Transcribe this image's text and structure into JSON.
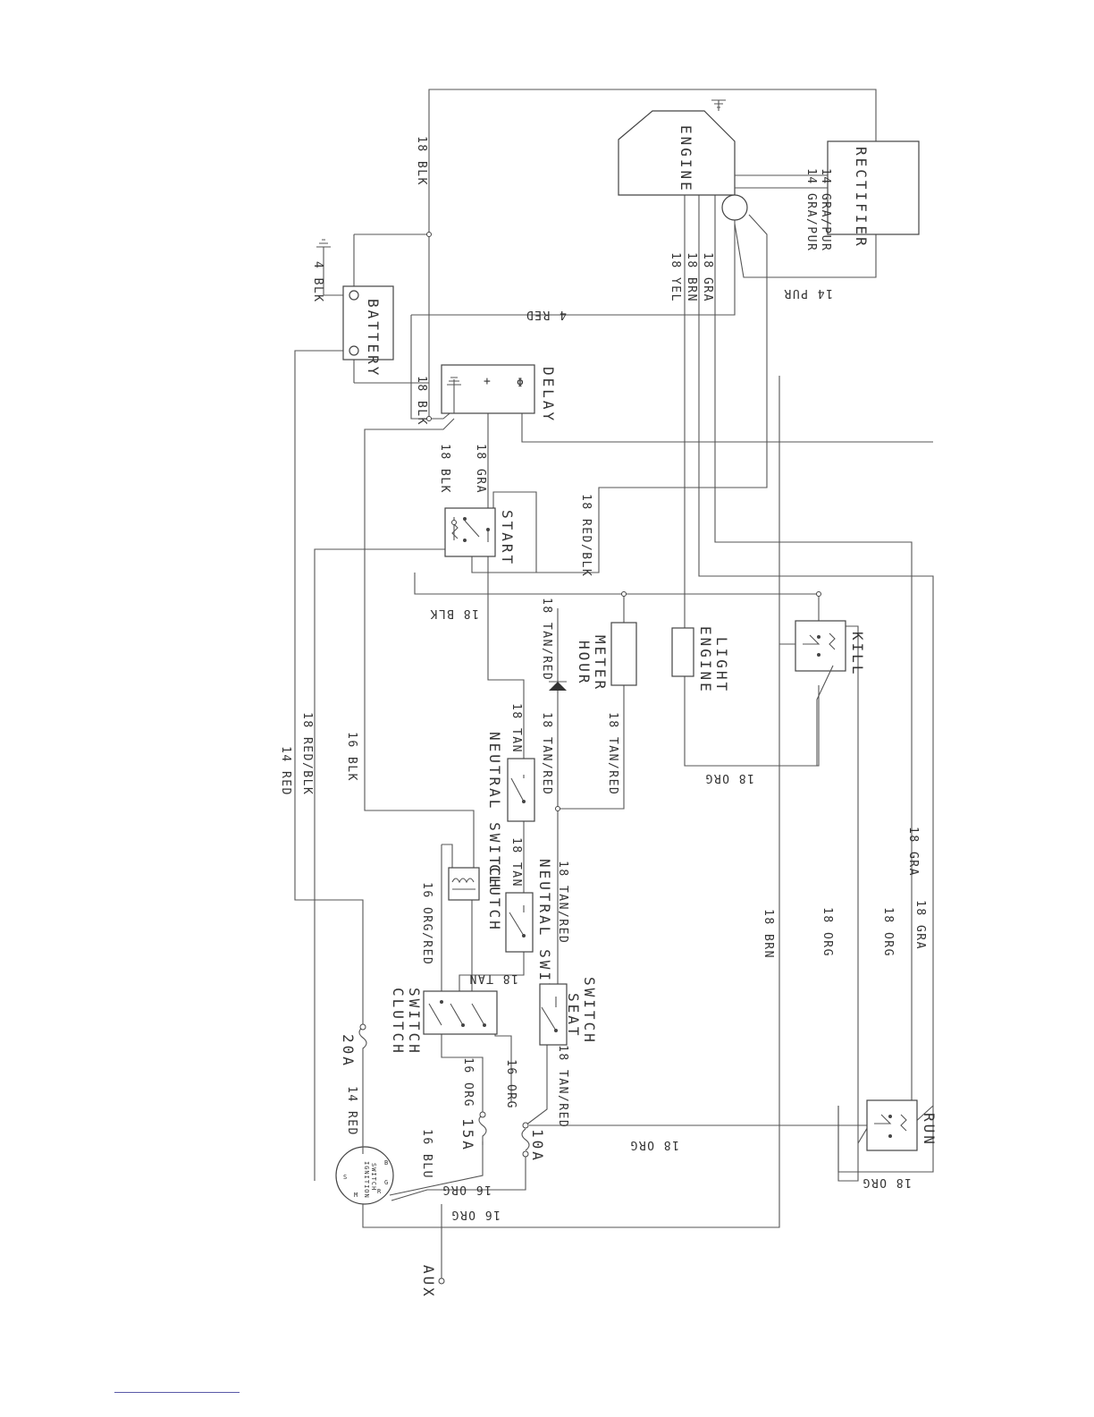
{
  "components": {
    "engine": "ENGINE",
    "rectifier": "RECTIFIER",
    "battery": "BATTERY",
    "delay": "DELAY",
    "start": "START",
    "hour_meter_1": "HOUR",
    "hour_meter_2": "METER",
    "engine_light_1": "ENGINE",
    "engine_light_2": "LIGHT",
    "kill": "KILL",
    "neutral_switch": "NEUTRAL SWITCH",
    "clutch": "CLUTCH",
    "clutch_switch_1": "CLUTCH",
    "clutch_switch_2": "SWITCH",
    "seat_switch_1": "SEAT",
    "seat_switch_2": "SWITCH",
    "run": "RUN",
    "ignition_1": "IGNITION",
    "ignition_2": "SWITCH",
    "aux": "AUX"
  },
  "ignition_terminals": {
    "s": "S",
    "b": "B",
    "g": "G",
    "r": "R",
    "m": "M"
  },
  "fuses": {
    "f20": "20A",
    "f15": "15A",
    "f10": "10A"
  },
  "delay_terminals": {
    "plus": "+",
    "load": "Φ"
  },
  "wires": {
    "blk18": "18 BLK",
    "gra_pur14": "14 GRA/PUR",
    "pur14": "14 PUR",
    "blk4": "4 BLK",
    "red4": "4 RED",
    "yel18": "18 YEL",
    "brn18": "18 BRN",
    "gra18": "18 GRA",
    "red_blk18": "18 RED/BLK",
    "tan_red18": "18 TAN/RED",
    "tan18": "18 TAN",
    "org18": "18 ORG",
    "red14": "14 RED",
    "red_blk": "18 RED/BLK",
    "blk16": "16 BLK",
    "org_red16": "16 ORG/RED",
    "org16": "16 ORG",
    "blu16": "16 BLU",
    "brn18_main": "18 BRN"
  }
}
